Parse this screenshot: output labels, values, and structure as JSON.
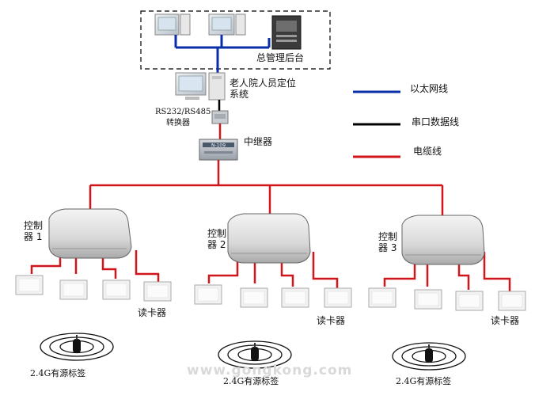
{
  "backend": {
    "label": "总管理后台"
  },
  "locator_system": {
    "label_line1": "老人院人员定位",
    "label_line2": "系统"
  },
  "converter": {
    "label_line1": "RS232/RS485",
    "label_line2": "转换器"
  },
  "repeater": {
    "label": "中继器",
    "device_text": "N-109"
  },
  "legend": {
    "ethernet": {
      "label": "以太网线",
      "color": "#0a2fa8"
    },
    "serial": {
      "label": "串口数据线",
      "color": "#000000"
    },
    "cable": {
      "label": "电缆线",
      "color": "#d0161a"
    }
  },
  "controllers": [
    {
      "label_line1": "控制",
      "label_line2": "器 1",
      "reader_label": "读卡器",
      "tag_label": "2.4G有源标签"
    },
    {
      "label_line1": "控制",
      "label_line2": "器 2",
      "reader_label": "读卡器",
      "tag_label": "2.4G有源标签"
    },
    {
      "label_line1": "控制",
      "label_line2": "器 3",
      "reader_label": "读卡器",
      "tag_label": "2.4G有源标签"
    }
  ],
  "watermark": "www.gongkong.com"
}
